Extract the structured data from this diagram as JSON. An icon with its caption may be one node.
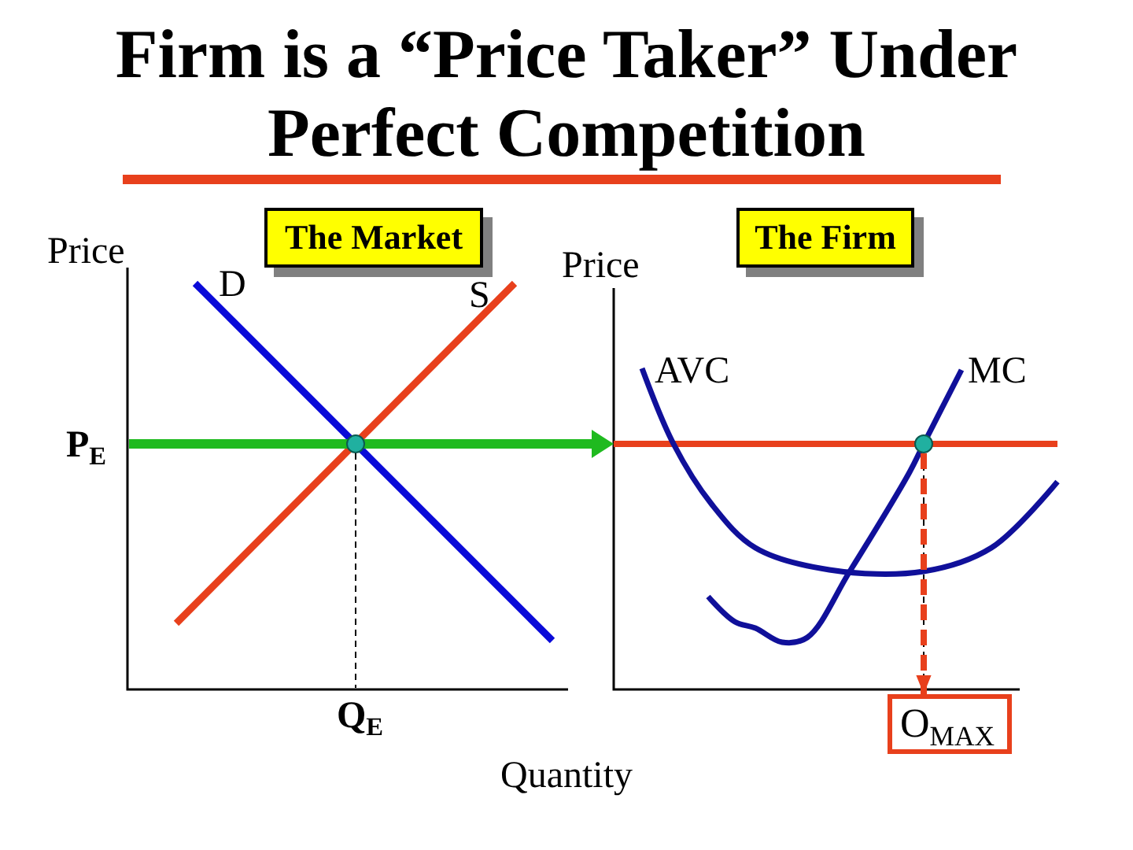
{
  "diagram": {
    "title": "Firm is a “Price Taker” Under Perfect Competition",
    "nodes": [
      {
        "text": [
          "The Market"
        ]
      },
      {
        "text": [
          "The Firm"
        ]
      },
      {
        "text": [],
        "shape": "circle"
      },
      {
        "text": [],
        "shape": "circle"
      },
      {
        "text": [
          "O$_{MAX}$"
        ]
      }
    ],
    "edges": [
      {
        "from": 3,
        "to": 4,
        "arrow": "to",
        "style": "dashed",
        "color": "#e8401c"
      }
    ],
    "labels": [
      "Price",
      "D",
      "S",
      "Price",
      "AVC",
      "MC",
      "P$_{E}$",
      "Q$_{E}$",
      "Quantity"
    ]
  }
}
